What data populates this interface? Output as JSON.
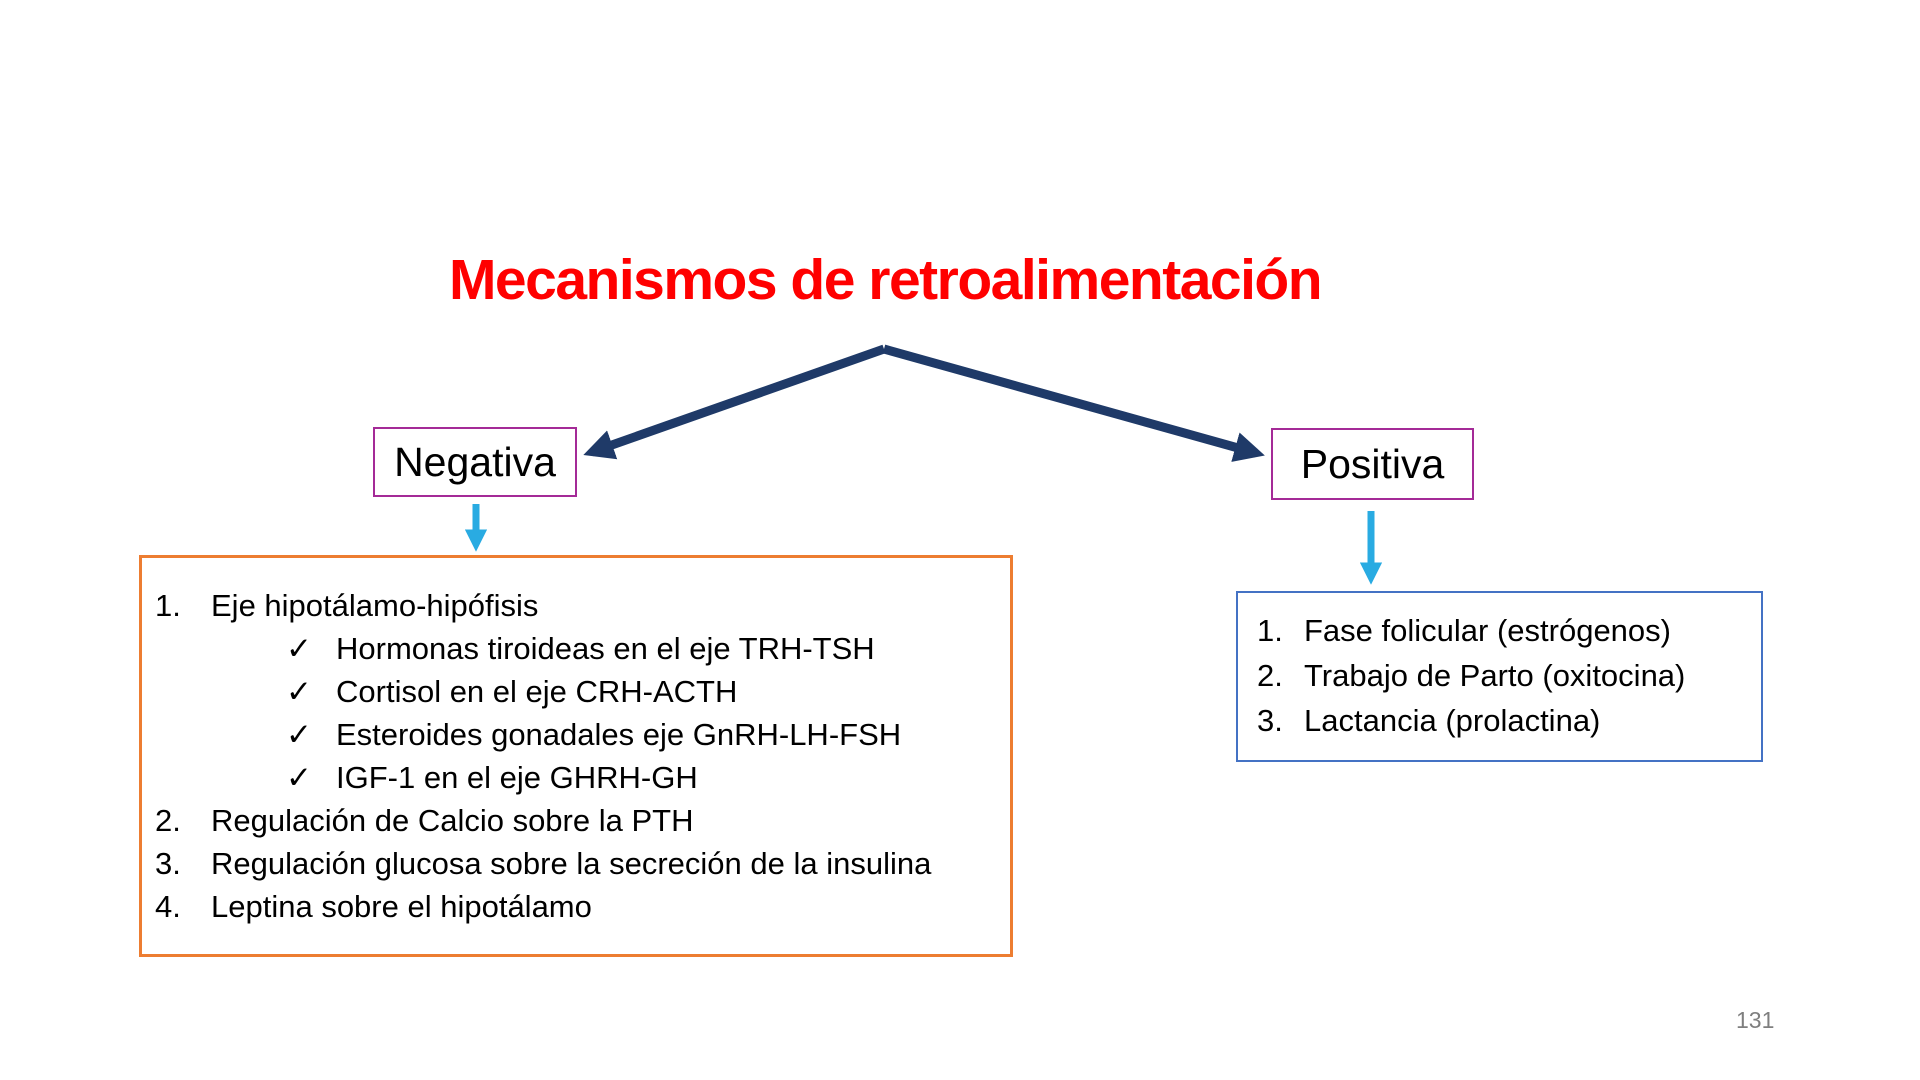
{
  "title": "Mecanismos de retroalimentación",
  "page_number": "131",
  "branches": {
    "negative": {
      "label": "Negativa",
      "items": [
        {
          "marker": "1.",
          "text": "Eje hipotálamo-hipófisis"
        },
        {
          "marker": "✓",
          "text": "Hormonas tiroideas en el eje TRH-TSH"
        },
        {
          "marker": "✓",
          "text": "Cortisol en el eje CRH-ACTH"
        },
        {
          "marker": "✓",
          "text": "Esteroides gonadales eje GnRH-LH-FSH"
        },
        {
          "marker": "✓",
          "text": "IGF-1 en el eje GHRH-GH"
        },
        {
          "marker": "2.",
          "text": "Regulación de Calcio sobre la PTH"
        },
        {
          "marker": "3.",
          "text": "Regulación glucosa sobre la secreción de la insulina"
        },
        {
          "marker": "4.",
          "text": "Leptina sobre el hipotálamo"
        }
      ]
    },
    "positive": {
      "label": "Positiva",
      "items": [
        {
          "marker": "1.",
          "text": "Fase folicular (estrógenos)"
        },
        {
          "marker": "2.",
          "text": "Trabajo de Parto (oxitocina)"
        },
        {
          "marker": "3.",
          "text": "Lactancia (prolactina)"
        }
      ]
    }
  },
  "colors": {
    "title-red": "#FF0000",
    "arrow-navy": "#1F3A68",
    "arrow-cyan": "#29ABE2",
    "label-border-purple": "#A42A97",
    "negative-box-orange": "#ED7D31",
    "positive-box-blue": "#4472C4",
    "text-black": "#000000",
    "page-number-gray": "#7F7F7F"
  }
}
